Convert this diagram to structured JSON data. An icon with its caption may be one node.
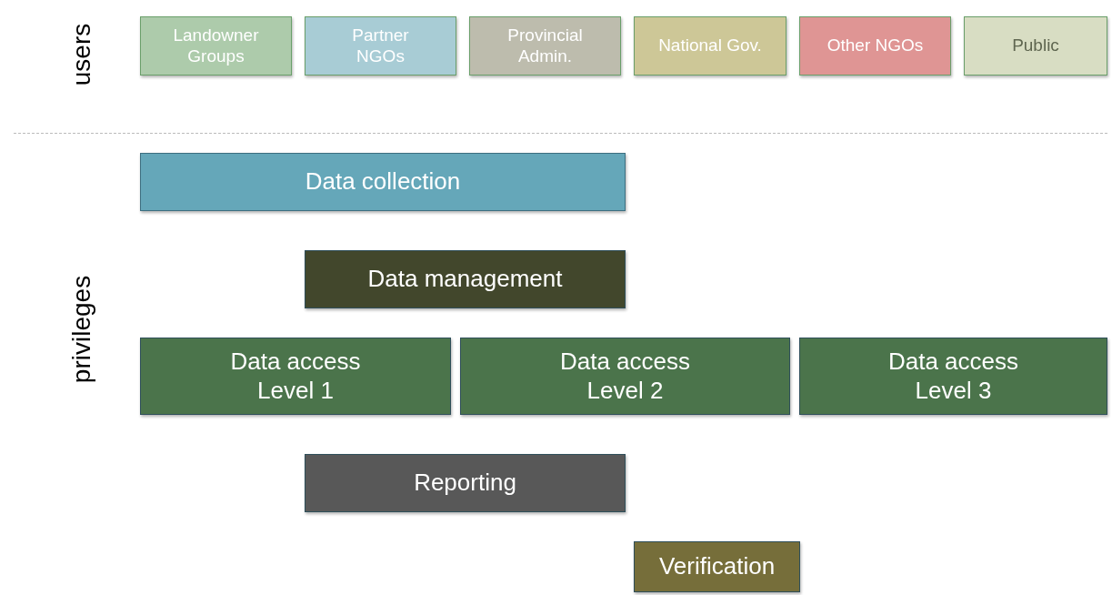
{
  "diagram": {
    "nodes": [
      {
        "text": [
          "Landowner Groups"
        ]
      },
      {
        "text": [
          "Partner NGOs"
        ]
      },
      {
        "text": [
          "Provincial Admin."
        ]
      },
      {
        "text": [
          "National Gov."
        ]
      },
      {
        "text": [
          "Other NGOs"
        ]
      },
      {
        "text": [
          "Public"
        ]
      },
      {
        "text": [
          "Data collection"
        ]
      },
      {
        "text": [
          "Data management"
        ]
      },
      {
        "text": [
          "Data access Level 1"
        ]
      },
      {
        "text": [
          "Data access Level 2"
        ]
      },
      {
        "text": [
          "Data access Level 3"
        ]
      },
      {
        "text": [
          "Reporting"
        ]
      },
      {
        "text": [
          "Verification"
        ]
      }
    ],
    "labels": [
      "users",
      "privileges"
    ]
  }
}
